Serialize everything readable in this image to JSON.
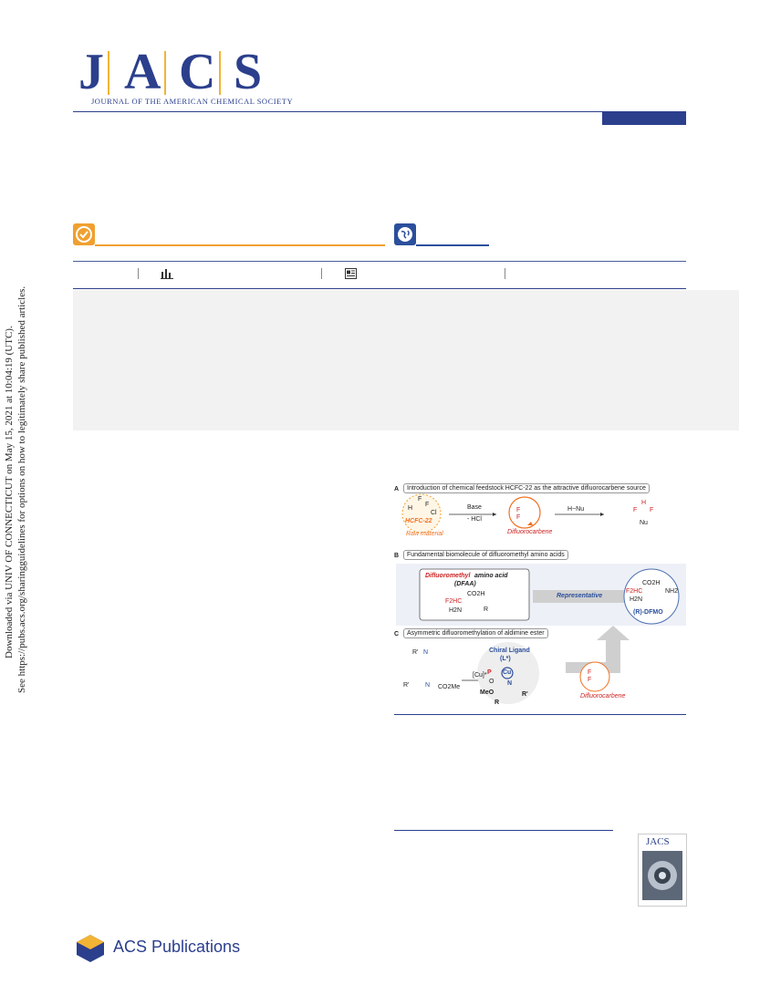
{
  "journal": {
    "letters": [
      "J",
      "A",
      "C",
      "S"
    ],
    "subtitle": "JOURNAL OF THE AMERICAN CHEMICAL SOCIETY"
  },
  "sidebar": {
    "line1": "Downloaded via UNIV OF CONNECTICUT on May 15, 2021 at 10:04:19 (UTC).",
    "line2": "See https://pubs.acs.org/sharingguidelines for options on how to legitimately share published articles."
  },
  "metrics": {
    "metrics_icon": "bar-chart-icon",
    "article_icon": "article-recommendations-icon"
  },
  "badges": {
    "oa_icon": "check-circle-icon",
    "globe_icon": "globe-icon"
  },
  "figure": {
    "panel_a": {
      "label": "A",
      "title": "Introduction of chemical feedstock HCFC-22 as the attractive difluorocarbene source",
      "reagent": "HCFC-22",
      "raw": "Raw material",
      "base": "Base",
      "minus_hcl": "- HCl",
      "carbene": "Difluorocarbene",
      "nucleophile": "H−Nu",
      "product_nu": "Nu",
      "f": "F",
      "h": "H",
      "cl": "Cl"
    },
    "panel_b": {
      "label": "B",
      "title": "Fundamental biomolecule of difluoromethyl amino acids",
      "dfaa_title_1": "Difluoromethyl",
      "dfaa_title_2": " amino acid",
      "dfaa_abbr": "(DFAA)",
      "co2h": "CO2H",
      "f2hc": "F2HC",
      "h2n": "H2N",
      "r": "R",
      "representative": "Representative",
      "nh2": "NH2",
      "dfmo": "(R)-DFMO"
    },
    "panel_c": {
      "label": "C",
      "title": "Asymmetric difluoromethylation of aldimine ester",
      "catalyst": "[Cu]*",
      "ligand_1": "Chiral Ligand",
      "ligand_2": "(L*)",
      "cu": "Cu",
      "p": "P",
      "n": "N",
      "o": "O",
      "meo": "MeO",
      "r": "R",
      "r_prime": "R'",
      "co2me": "CO2Me",
      "carbene": "Difluorocarbene"
    }
  },
  "cover": {
    "title": "JACS"
  },
  "publisher": {
    "name": "ACS Publications"
  }
}
